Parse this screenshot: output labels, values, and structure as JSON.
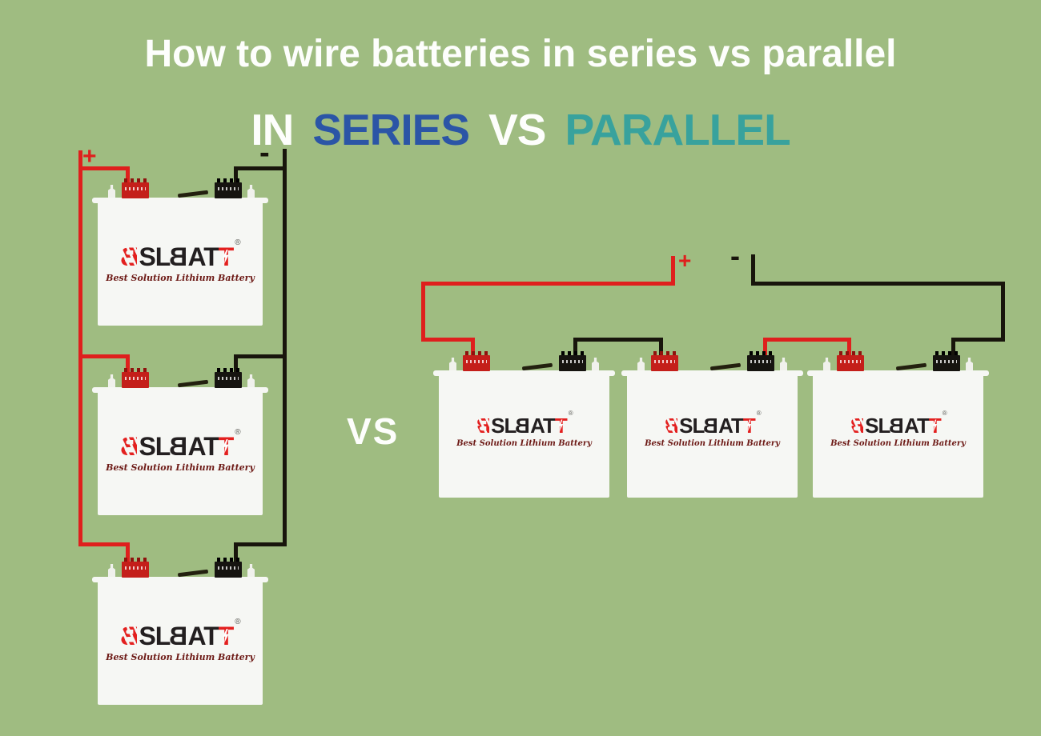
{
  "title": "How to wire batteries in series vs parallel",
  "subtitle": {
    "part_in": "IN",
    "part_series": "SERIES",
    "part_vs": "VS",
    "part_parallel": "PARALLEL"
  },
  "vs_label": "VS",
  "series_diagram": {
    "plus_label": "+",
    "minus_label": "-",
    "battery_count": 3
  },
  "parallel_diagram": {
    "plus_label": "+",
    "minus_label": "-",
    "battery_count": 3
  },
  "battery": {
    "brand": "BSLBATT",
    "registered_mark": "®",
    "tagline": "Best Solution Lithium Battery"
  },
  "colors": {
    "background": "#9fbc81",
    "wire_red": "#df1f1d",
    "wire_black": "#18150c",
    "series_blue": "#2b55a6",
    "parallel_teal": "#38a29d",
    "battery_body": "#f6f7f4",
    "logo_black": "#231f20",
    "logo_red": "#e3201f",
    "terminal_red": "#c41f1a",
    "terminal_black": "#161410",
    "tagline_maroon": "#6d1a16",
    "text_white": "#fdfefc"
  }
}
